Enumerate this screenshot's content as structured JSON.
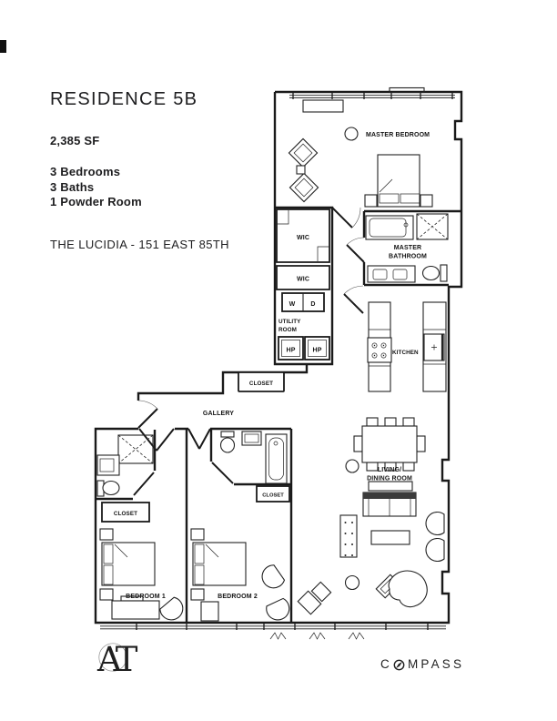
{
  "header": {
    "residence": "RESIDENCE 5B",
    "sqft": "2,385 SF",
    "features": [
      "3 Bedrooms",
      "3 Baths",
      "1 Powder Room"
    ],
    "building": "THE LUCIDIA - 151 EAST 85TH"
  },
  "plan": {
    "ink": "#1a1a1a",
    "labels": {
      "master_bedroom": "MASTER BEDROOM",
      "master_bathroom": [
        "MASTER",
        "BATHROOM"
      ],
      "wic_upper": "WIC",
      "wic_lower": "WIC",
      "washer": "W",
      "dryer": "D",
      "utility_room": [
        "UTILITY",
        "ROOM"
      ],
      "heat_pump_1": "HP",
      "heat_pump_2": "HP",
      "kitchen": "KITCHEN",
      "hall_closet": "CLOSET",
      "gallery": "GALLERY",
      "bedroom1_closet": "CLOSET",
      "bedroom2_closet": "CLOSET",
      "bedroom1": "BEDROOM 1",
      "bedroom2": "BEDROOM 2",
      "living_dining": [
        "LIVING/",
        "DINING ROOM"
      ]
    }
  },
  "footer": {
    "monogram": "AT",
    "compass_c": "C",
    "compass_rest": "MPASS"
  }
}
